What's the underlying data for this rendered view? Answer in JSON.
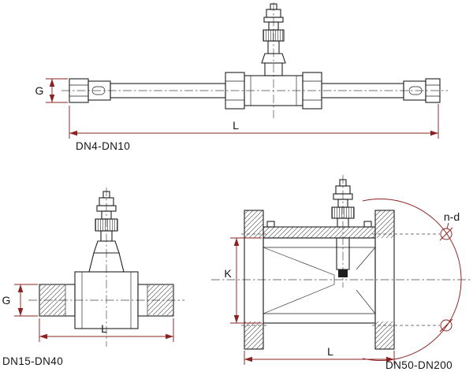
{
  "colors": {
    "background": "#ffffff",
    "line": "#1f1f1f",
    "dimension": "#8b2121",
    "centerline": "#4a4a4a"
  },
  "drawings": {
    "small": {
      "caption": "DN4-DN10",
      "labels": {
        "diameter": "G",
        "length": "L"
      }
    },
    "medium": {
      "caption": "DN15-DN40",
      "labels": {
        "diameter": "G",
        "length": "L"
      }
    },
    "large": {
      "caption": "DN50-DN200",
      "labels": {
        "height": "K",
        "length": "L",
        "bolt_holes": "n-d"
      }
    }
  }
}
